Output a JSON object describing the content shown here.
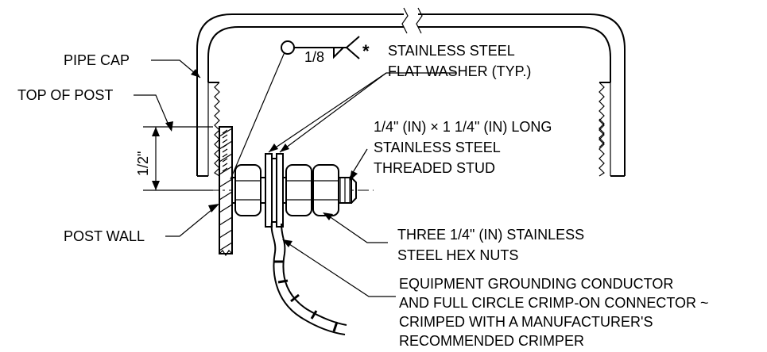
{
  "labels": {
    "pipe_cap": "PIPE CAP",
    "top_of_post": "TOP OF POST",
    "post_wall": "POST WALL",
    "dimension": "1/2\"",
    "weld_size": "1/8",
    "weld_note_mark": "*",
    "washer_line1": "STAINLESS STEEL",
    "washer_line2": "FLAT WASHER (TYP.)",
    "stud_line1": "1/4\" (IN) × 1 1/4\" (IN) LONG",
    "stud_line2": "STAINLESS STEEL",
    "stud_line3": "THREADED STUD",
    "nuts_line1": "THREE 1/4\" (IN) STAINLESS",
    "nuts_line2": "STEEL HEX NUTS",
    "conductor_line1": "EQUIPMENT GROUNDING CONDUCTOR",
    "conductor_line2": "AND FULL CIRCLE CRIMP-ON CONNECTOR ~",
    "conductor_line3": "CRIMPED WITH A MANUFACTURER'S",
    "conductor_line4": "RECOMMENDED CRIMPER"
  },
  "colors": {
    "line": "#000000",
    "background": "#ffffff"
  }
}
